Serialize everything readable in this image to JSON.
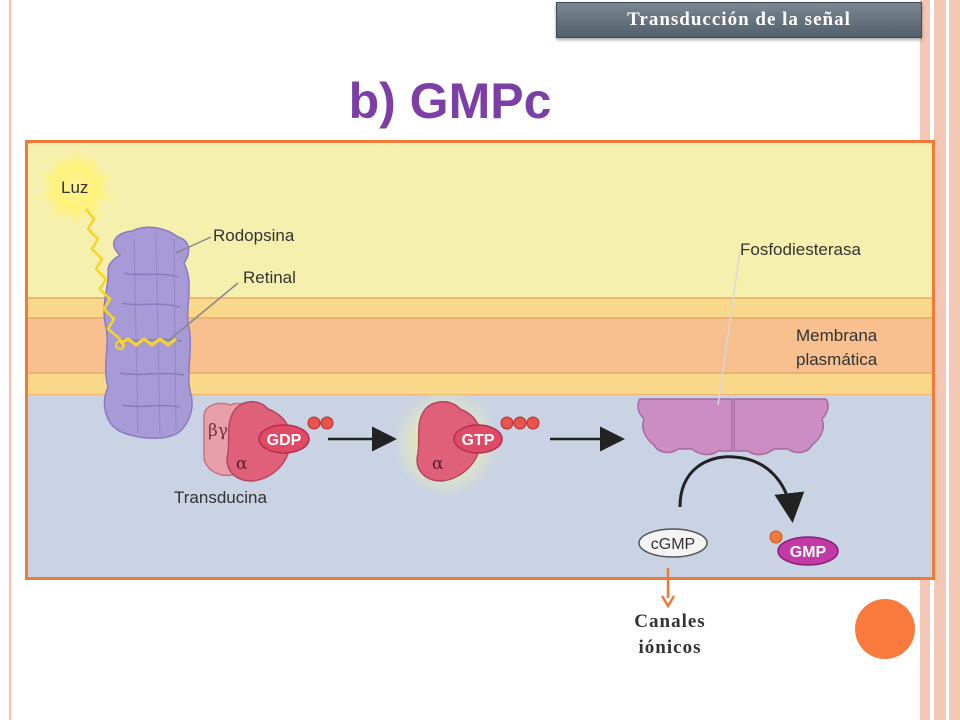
{
  "header": {
    "title": "Transducción de la señal"
  },
  "slide": {
    "title": "b) GMPc"
  },
  "figure": {
    "labels": {
      "luz": "Luz",
      "rodopsina": "Rodopsina",
      "retinal": "Retinal",
      "fosfodiesterasa": "Fosfodiesterasa",
      "membrana_line1": "Membrana",
      "membrana_line2": "plasmática",
      "beta_gamma": "βγ",
      "alpha": "α",
      "gdp": "GDP",
      "gtp": "GTP",
      "transducina": "Transducina",
      "cgmp": "cGMP",
      "gmp": "GMP"
    }
  },
  "bottom": {
    "canales_line1": "Canales",
    "canales_line2": "iónicos"
  },
  "colors": {
    "accent_orange": "#f97a3c",
    "title_purple": "#7b3fa6",
    "membrane": "#f8c08e",
    "cytoplasm": "#c9d3e3",
    "rhodopsin": "#a79ad6",
    "transducin": "#e0607a",
    "phosphodiesterase": "#cc8cc4"
  }
}
